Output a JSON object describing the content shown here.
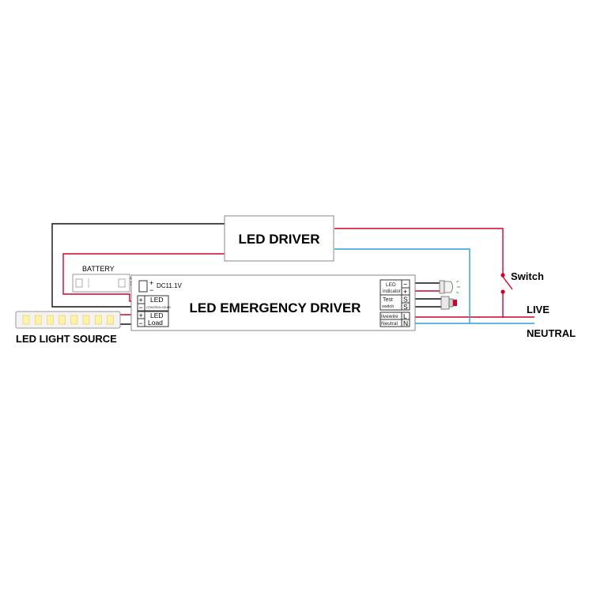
{
  "labels": {
    "led_driver": "LED DRIVER",
    "emergency_driver": "LED EMERGENCY DRIVER",
    "battery": "BATTERY",
    "dc_voltage": "DC11.1V",
    "led_light_source": "LED LIGHT SOURCE",
    "switch": "Switch",
    "live": "LIVE",
    "neutral": "NEUTRAL"
  },
  "left_terminals": {
    "controlgear_label": "LED",
    "controlgear_sub": "CONTROLGEAR",
    "load_label_1": "LED",
    "load_label_2": "Load",
    "plus": "+",
    "minus": "−"
  },
  "right_terminals": {
    "indicator_1": "LED",
    "indicator_2": "indicator",
    "test_1": "Test",
    "test_2": "switch",
    "s_mark": "S",
    "livewire": "livewire",
    "neutral": "Neutral",
    "l_mark": "L",
    "n_mark": "N"
  },
  "colors": {
    "live_wire": "#d4002a",
    "neutral_wire": "#2aa0dc",
    "dc_wire": "#111111",
    "led_chip": "#fff3a8"
  }
}
